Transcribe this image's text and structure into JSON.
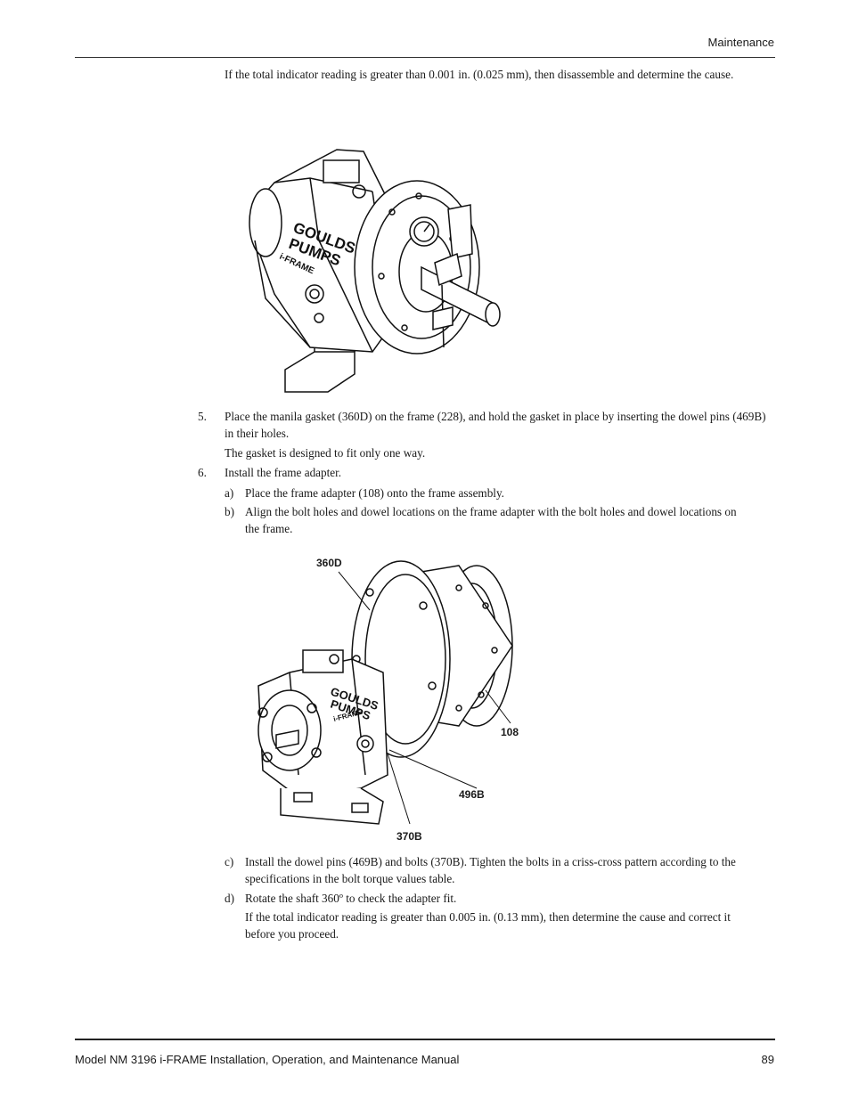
{
  "header": {
    "section": "Maintenance"
  },
  "intro_note": "If the total indicator reading is greater than 0.001 in. (0.025 mm), then disassemble and determine the cause.",
  "steps": [
    {
      "number": "5.",
      "text": "Place the manila gasket (360D) on the frame (228), and hold the gasket in place by inserting the dowel pins (469B) in their holes.",
      "note": "The gasket is designed to fit only one way."
    },
    {
      "number": "6.",
      "text": "Install the frame adapter.",
      "substeps": [
        {
          "letter": "a)",
          "text": "Place the frame adapter (108) onto the frame assembly."
        },
        {
          "letter": "b)",
          "text": "Align the bolt holes and dowel locations on the frame adapter with the bolt holes and dowel locations on the frame."
        },
        {
          "letter": "c)",
          "text": "Install the dowel pins (469B) and bolts (370B). Tighten the bolts in a criss-cross pattern according to the specifications in the bolt torque values table."
        },
        {
          "letter": "d)",
          "text": "Rotate the shaft 360º to check the adapter fit."
        }
      ],
      "closing_note": "If the total indicator reading is greater than 0.005 in. (0.13 mm), then determine the cause and correct it before you proceed."
    }
  ],
  "figure1": {
    "logo_line1": "GOULDS",
    "logo_line2": "PUMPS",
    "logo_line3": "i-FRAME"
  },
  "figure2": {
    "callouts": {
      "gasket": "360D",
      "adapter": "108",
      "bolt_a": "496B",
      "bolt_b": "370B"
    },
    "logo_line1": "GOULDS",
    "logo_line2": "PUMPS",
    "logo_line3": "i-FRAME"
  },
  "footer": {
    "title": "Model NM 3196 i-FRAME Installation, Operation, and Maintenance Manual",
    "page_number": "89"
  }
}
